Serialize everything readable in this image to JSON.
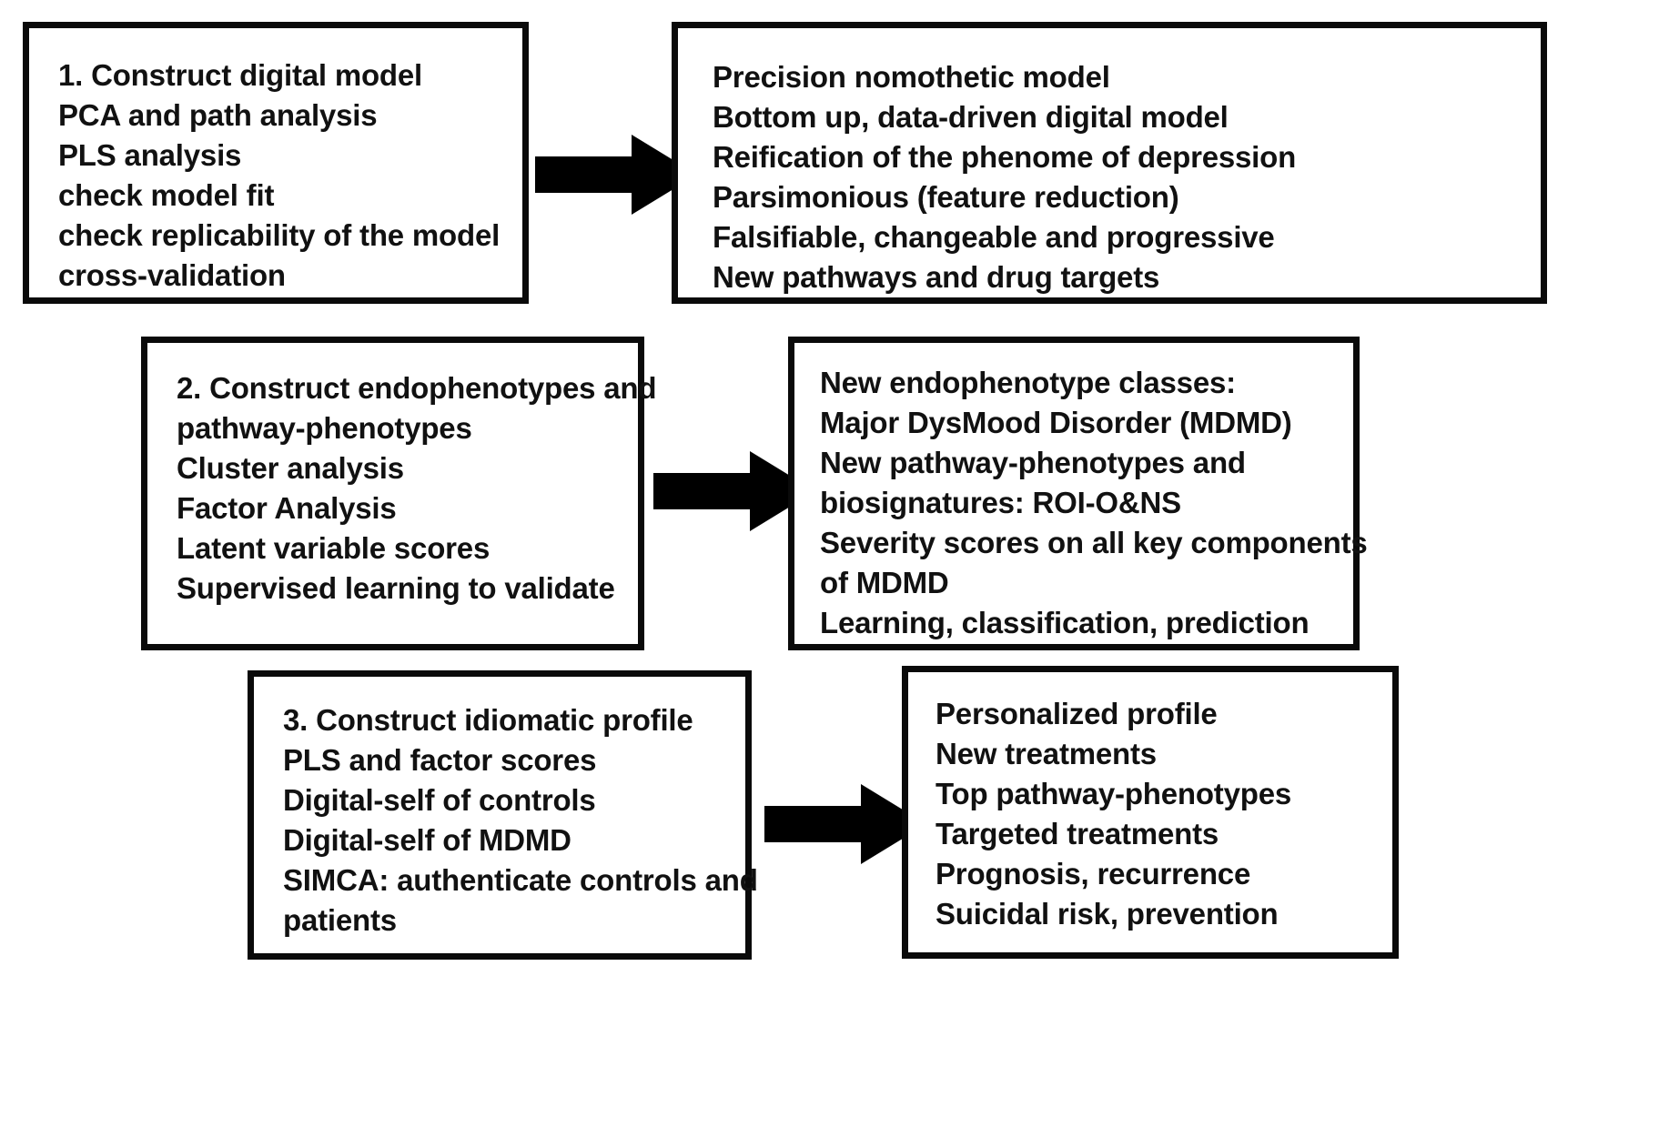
{
  "diagram": {
    "title": "Precision nomothetic psychiatry three-step workflow",
    "colors": {
      "box_border": "#0a0a0a",
      "box_fill": "#ffffff",
      "arrow_fill": "#000000",
      "text": "#111111",
      "background": "#ffffff"
    },
    "steps": [
      {
        "id": "step-1",
        "name": "construct-digital-model",
        "lines": [
          "1. Construct digital model",
          "PCA and path analysis",
          "PLS analysis",
          "check model fit",
          "check replicability of the model",
          "cross-validation"
        ]
      },
      {
        "id": "step-2",
        "name": "construct-endophenotypes",
        "lines": [
          "2. Construct endophenotypes and",
          "pathway-phenotypes",
          "Cluster analysis",
          "Factor Analysis",
          "Latent variable scores",
          "Supervised learning to validate"
        ]
      },
      {
        "id": "step-3",
        "name": "construct-idiomatic-profile",
        "lines": [
          "3. Construct idiomatic profile",
          "PLS and factor scores",
          "Digital-self of controls",
          "Digital-self of MDMD",
          "SIMCA: authenticate controls and",
          "patients"
        ]
      }
    ],
    "outcomes": [
      {
        "id": "outcome-1",
        "name": "precision-nomothetic-model",
        "lines": [
          "Precision nomothetic model",
          "Bottom up, data-driven digital model",
          "Reification of the phenome of depression",
          "Parsimonious (feature reduction)",
          "Falsifiable, changeable and progressive",
          "New pathways and drug targets"
        ]
      },
      {
        "id": "outcome-2",
        "name": "new-endophenotype-classes",
        "lines": [
          "New endophenotype classes:",
          "Major DysMood Disorder (MDMD)",
          "New pathway-phenotypes and",
          "biosignatures: ROI-O&NS",
          "Severity scores on all key components",
          "of MDMD",
          "Learning, classification, prediction"
        ]
      },
      {
        "id": "outcome-3",
        "name": "personalized-profile",
        "lines": [
          "Personalized profile",
          "New treatments",
          "Top pathway-phenotypes",
          "Targeted treatments",
          "Prognosis, recurrence",
          "Suicidal risk, prevention"
        ]
      }
    ],
    "arrows": [
      {
        "id": "arrow-1",
        "name": "arrow-step1-to-outcome1",
        "direction": "right",
        "from": "step-1",
        "to": "outcome-1"
      },
      {
        "id": "arrow-2",
        "name": "arrow-step2-to-outcome2",
        "direction": "right",
        "from": "step-2",
        "to": "outcome-2"
      },
      {
        "id": "arrow-3",
        "name": "arrow-step3-to-outcome3",
        "direction": "right",
        "from": "step-3",
        "to": "outcome-3"
      }
    ]
  }
}
